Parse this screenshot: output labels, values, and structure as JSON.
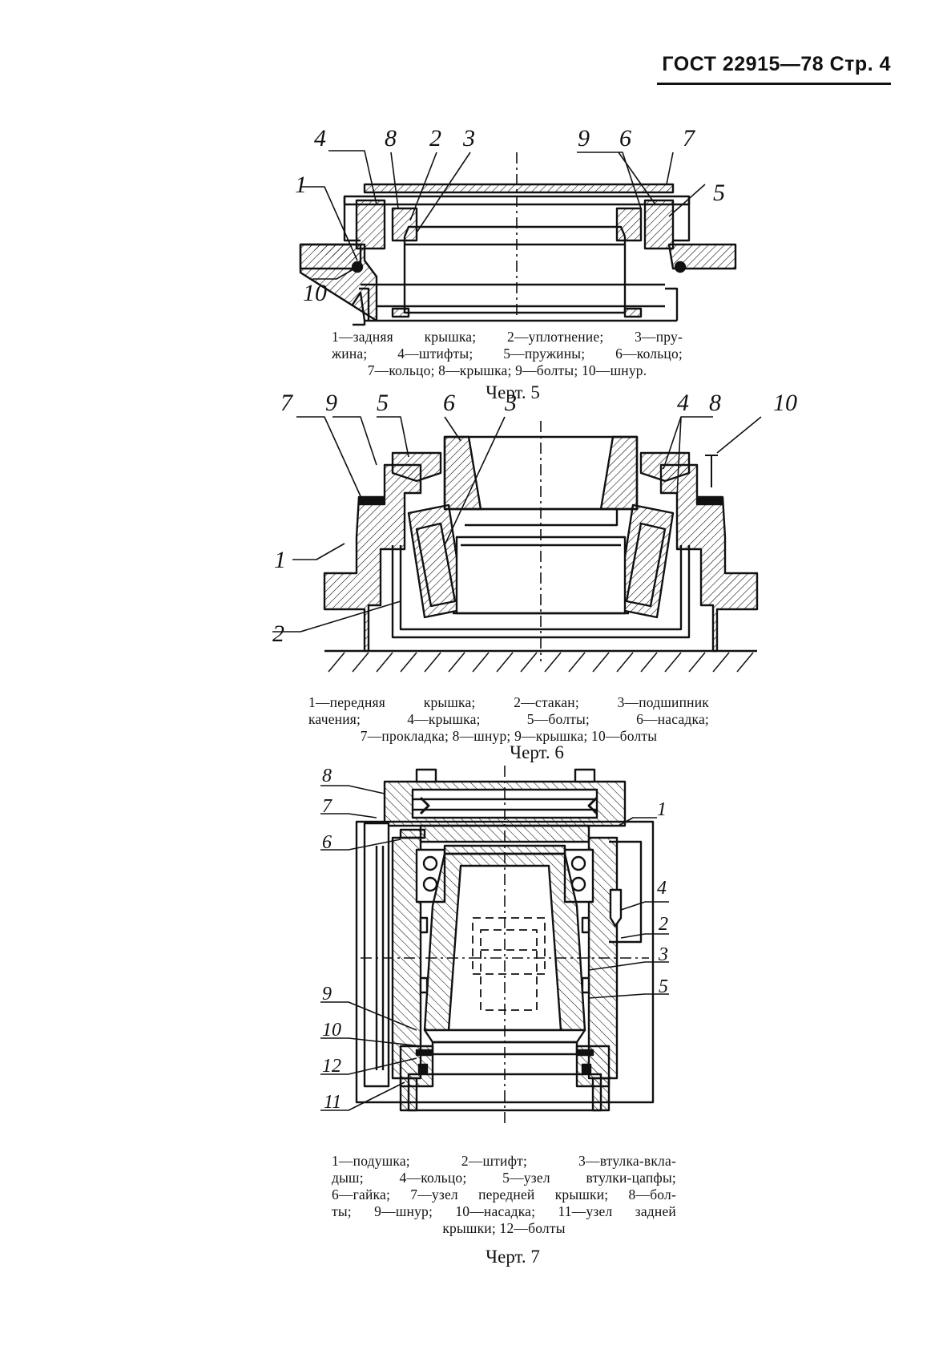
{
  "header": {
    "text": "ГОСТ 22915—78 Стр. 4"
  },
  "figures": [
    {
      "id": "fig5",
      "caption": "Черт. 5",
      "labels": [
        "1",
        "2",
        "3",
        "4",
        "5",
        "6",
        "7",
        "8",
        "9",
        "10"
      ],
      "legend": [
        "1—задняя крышка; 2—уплотнение; 3—пру-",
        "жина; 4—штифты; 5—пружины; 6—кольцо;",
        "7—кольцо; 8—крышка; 9—болты; 10—шнур."
      ]
    },
    {
      "id": "fig6",
      "caption": "Черт. 6",
      "labels": [
        "1",
        "2",
        "3",
        "4",
        "5",
        "6",
        "7",
        "8",
        "9",
        "10"
      ],
      "legend": [
        "1—передняя крышка; 2—стакан; 3—подшипник",
        "качения; 4—крышка; 5—болты; 6—насадка;",
        "7—прокладка; 8—шнур; 9—крышка; 10—болты"
      ]
    },
    {
      "id": "fig7",
      "caption": "Черт. 7",
      "labels": [
        "1",
        "2",
        "3",
        "4",
        "5",
        "6",
        "7",
        "8",
        "9",
        "10",
        "11",
        "12"
      ],
      "legend": [
        "1—подушка; 2—штифт; 3—втулка-вкла-",
        "дыш; 4—кольцо; 5—узел втулки-цапфы;",
        "6—гайка; 7—узел передней крышки; 8—бол-",
        "ты; 9—шнур; 10—насадка; 11—узел задней",
        "крышки; 12—болты"
      ]
    }
  ]
}
